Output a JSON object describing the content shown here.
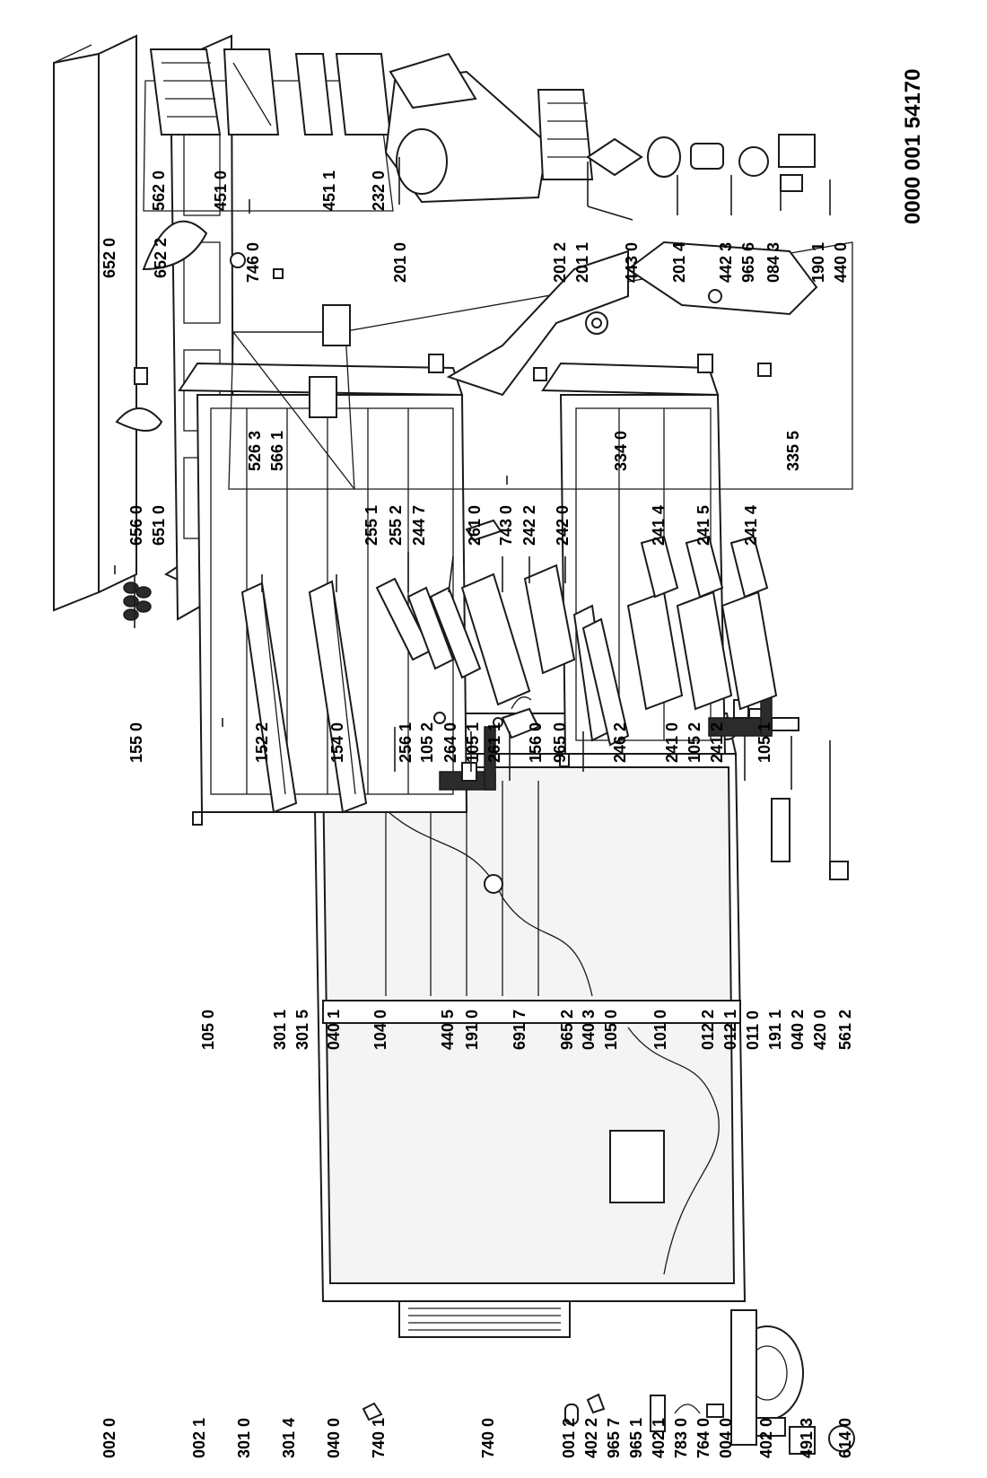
{
  "drawing_code": "0000 001 54170",
  "callouts": {
    "c002_0": "002 0",
    "c002_1": "002 1",
    "c301_0": "301 0",
    "c301_4": "301 4",
    "c040_0": "040 0",
    "c740_1": "740 1",
    "c740_0": "740 0",
    "c001_2": "001 2",
    "c402_2": "402 2",
    "c965_7": "965 7",
    "c965_1": "965 1",
    "c402_1": "402 1",
    "c783_0": "783 0",
    "c764_0": "764 0",
    "c004_0": "004 0",
    "c402_0": "402 0",
    "c491_3": "491 3",
    "c614_0": "614 0",
    "c105_0a": "105 0",
    "c301_1": "301 1",
    "c301_5": "301 5",
    "c040_1": "040 1",
    "c104_0": "104 0",
    "c440_5": "440 5",
    "c191_0": "191 0",
    "c691_7": "691 7",
    "c965_2": "965 2",
    "c040_3": "040 3",
    "c105_0b": "105 0",
    "c101_0": "101 0",
    "c012_2": "012 2",
    "c012_1": "012 1",
    "c011_0": "011 0",
    "c191_1": "191 1",
    "c040_2": "040 2",
    "c420_0": "420 0",
    "c561_2": "561 2",
    "c155_0": "155 0",
    "c152_2": "152 2",
    "c154_0": "154 0",
    "c256_1": "256 1",
    "c105_2a": "105 2",
    "c264_0": "264 0",
    "c105_1a": "105 1",
    "c261_1": "261 1",
    "c156_0": "156 0",
    "c965_0": "965 0",
    "c246_2": "246 2",
    "c241_0": "241 0",
    "c105_2b": "105 2",
    "c241_2": "241 2",
    "c105_1b": "105 1",
    "c656_0": "656 0",
    "c651_0": "651 0",
    "c255_1": "255 1",
    "c255_2": "255 2",
    "c244_7": "244 7",
    "c261_0": "261 0",
    "c743_0": "743 0",
    "c242_2": "242 2",
    "c242_0": "242 0",
    "c241_4a": "241 4",
    "c241_5": "241 5",
    "c241_4b": "241 4",
    "c652_0": "652 0",
    "c652_2": "652 2",
    "c526_3": "526 3",
    "c566_1": "566 1",
    "c334_0": "334 0",
    "c335_5": "335 5",
    "c562_0": "562 0",
    "c451_0": "451 0",
    "c451_1": "451 1",
    "c232_0": "232 0",
    "c746_0": "746 0",
    "c201_0": "201 0",
    "c201_2": "201 2",
    "c201_1": "201 1",
    "c443_0": "443 0",
    "c201_4": "201 4",
    "c442_3": "442 3",
    "c965_6": "965 6",
    "c084_3": "084 3",
    "c190_1": "190 1",
    "c440_0": "440 0"
  },
  "icons": [
    "part-outline"
  ]
}
